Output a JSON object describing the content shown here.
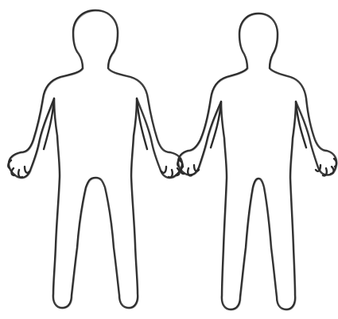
{
  "figures": [
    {
      "name": "figure-front",
      "view": "front"
    },
    {
      "name": "figure-back",
      "view": "back"
    }
  ],
  "style": {
    "background": "#ffffff",
    "line_color": "#2b2b2b",
    "jitter_color": "#6a6a6a"
  }
}
